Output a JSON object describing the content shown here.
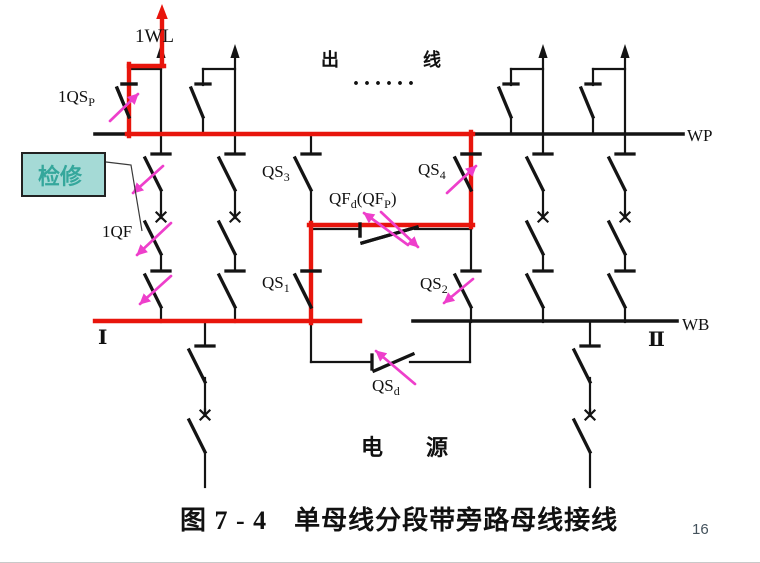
{
  "slide": {
    "type": "presentation-slide-electrical-diagram",
    "page_number": "16",
    "caption": "图 7 - 4　单母线分段带旁路母线接线"
  },
  "colors": {
    "highlight_path_red": "#e8150c",
    "switching_arrow_magenta": "#ee3fcb",
    "callout_fill_cyan": "#a5dad6",
    "callout_border": "#222222",
    "callout_text_teal": "#35a79c",
    "diagram_ink": "#141414",
    "page_number_gray": "#44525c"
  },
  "labels": {
    "wl": "1WL",
    "qsp_base": "1QS",
    "qsp_sub": "P",
    "qf": "1QF",
    "qs3_base": "QS",
    "qs3_sub": "3",
    "qs4_base": "QS",
    "qs4_sub": "4",
    "qs1_base": "QS",
    "qs1_sub": "1",
    "qs2_base": "QS",
    "qs2_sub": "2",
    "qsd_base": "QS",
    "qsd_sub": "d",
    "qfd_p1": "QF",
    "qfd_s1": "d",
    "qfd_p2": "(QF",
    "qfd_s2": "P",
    "qfd_p3": ")",
    "wp_bus": "WP",
    "wb_bus": "WB",
    "section1": "Ⅰ",
    "section2": "Ⅱ",
    "outgoing_char1": "出",
    "outgoing_char2": "线",
    "ellipsis_dots": "······",
    "source_char1": "电",
    "source_char2": "源"
  },
  "callout": {
    "text": "检修"
  }
}
